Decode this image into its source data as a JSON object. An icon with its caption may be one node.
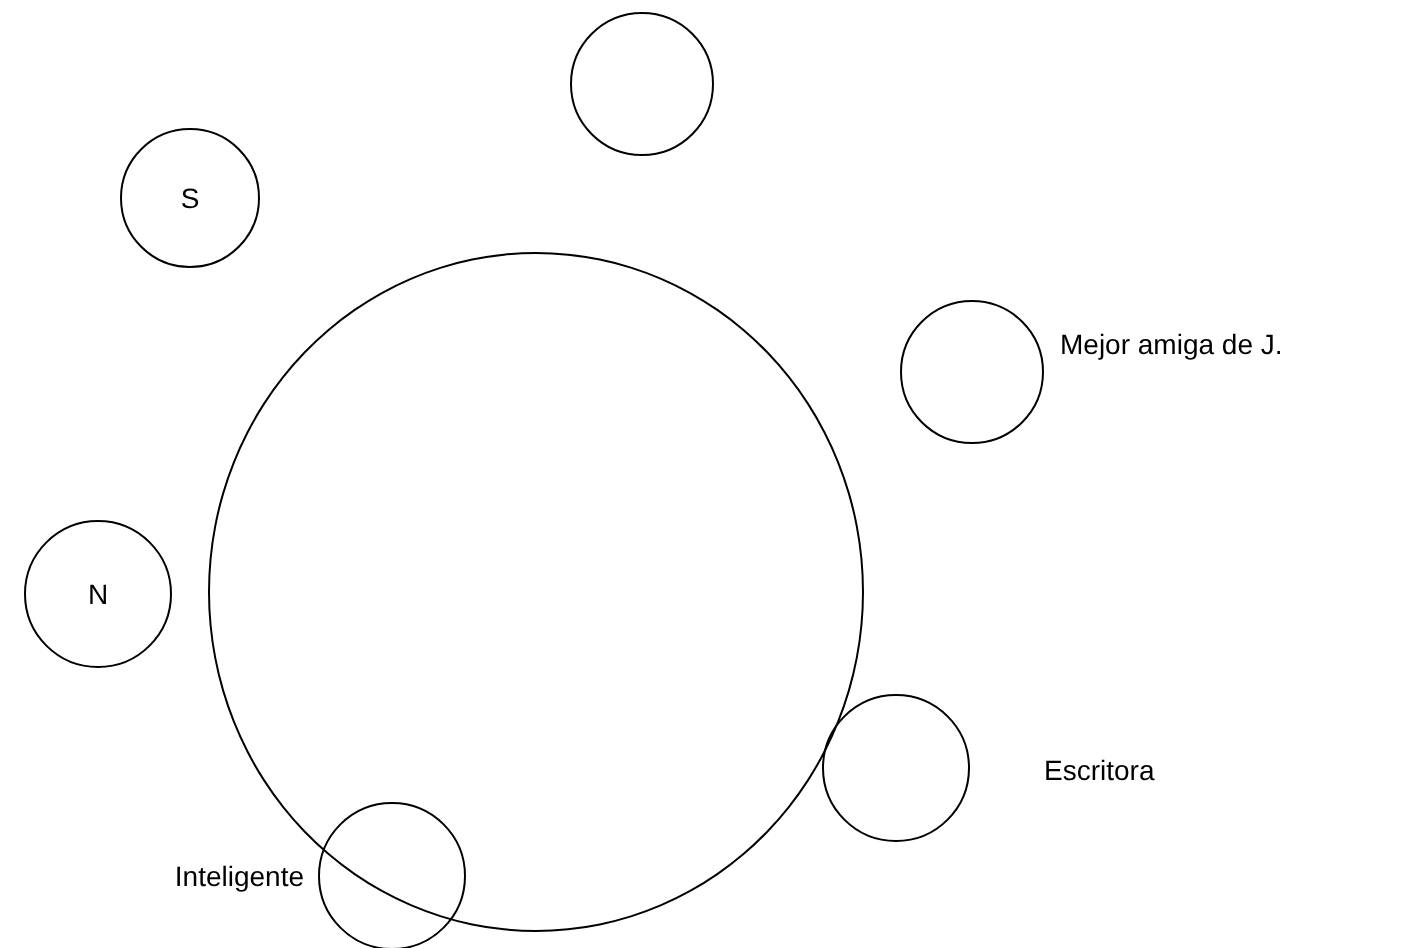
{
  "diagram": {
    "nodes": [
      {
        "text": [],
        "shape": "circle"
      },
      {
        "text": [
          "S"
        ]
      },
      {
        "text": [],
        "shape": "circle"
      },
      {
        "text": [],
        "shape": "circle",
        "beside": [
          "Mejor amiga de J."
        ]
      },
      {
        "text": [
          "N"
        ]
      },
      {
        "text": [],
        "shape": "circle",
        "beside": [
          "Escritora"
        ]
      },
      {
        "text": [],
        "shape": "circle",
        "beside": [
          "Inteligente"
        ]
      }
    ]
  }
}
